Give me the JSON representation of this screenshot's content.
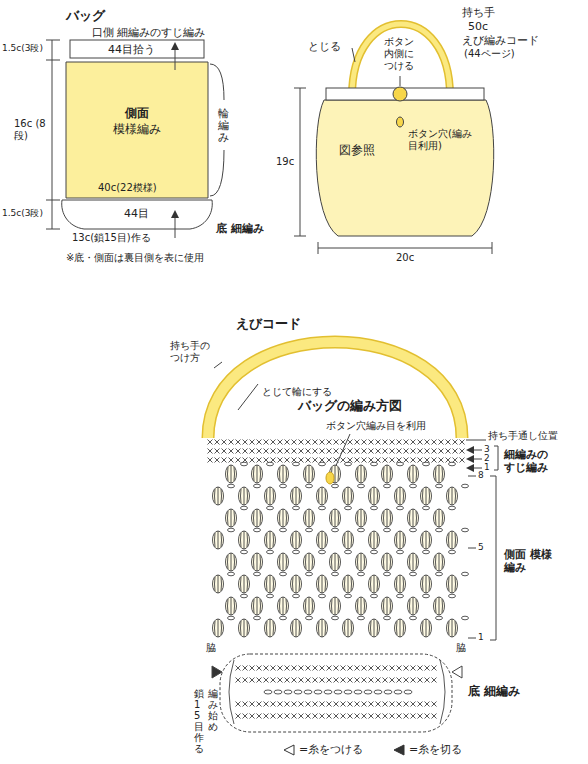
{
  "diagram": {
    "title": "バッグ",
    "nodes": [
      {
        "text": [
          "側面",
          "模様編み"
        ]
      },
      {
        "text": [
          "図参照"
        ]
      }
    ],
    "labels": [
      "口側 細編みのすじ編み",
      "44目拾う",
      "1.5c(3段)",
      "16c (8段)",
      "輪編み",
      "40c(22模様)",
      "44目",
      "1.5c(3段)",
      "13c(鎖15目)作る",
      "底 細編み",
      "※底・側面は裏目側を表に使用",
      "持ち手",
      "50c",
      "えび編みコード",
      "(44ページ)",
      "とじる",
      "ボタン内側につける",
      "ボタン穴(編み目利用)",
      "19c",
      "20c",
      "えびコード",
      "持ち手のつけ方",
      "とじて輪にする",
      "バッグの編み方図",
      "ボタン穴編み目を利用",
      "持ち手通し位置",
      "3",
      "2",
      "1",
      "細編みのすじ編み",
      "8",
      "5",
      "1",
      "側面 模様編み",
      "脇",
      "脇",
      "底 細編み",
      "鎖15目作る",
      "編み始め"
    ],
    "legend": [
      {
        "text": "=糸をつける"
      },
      {
        "text": "=糸を切る"
      }
    ]
  }
}
